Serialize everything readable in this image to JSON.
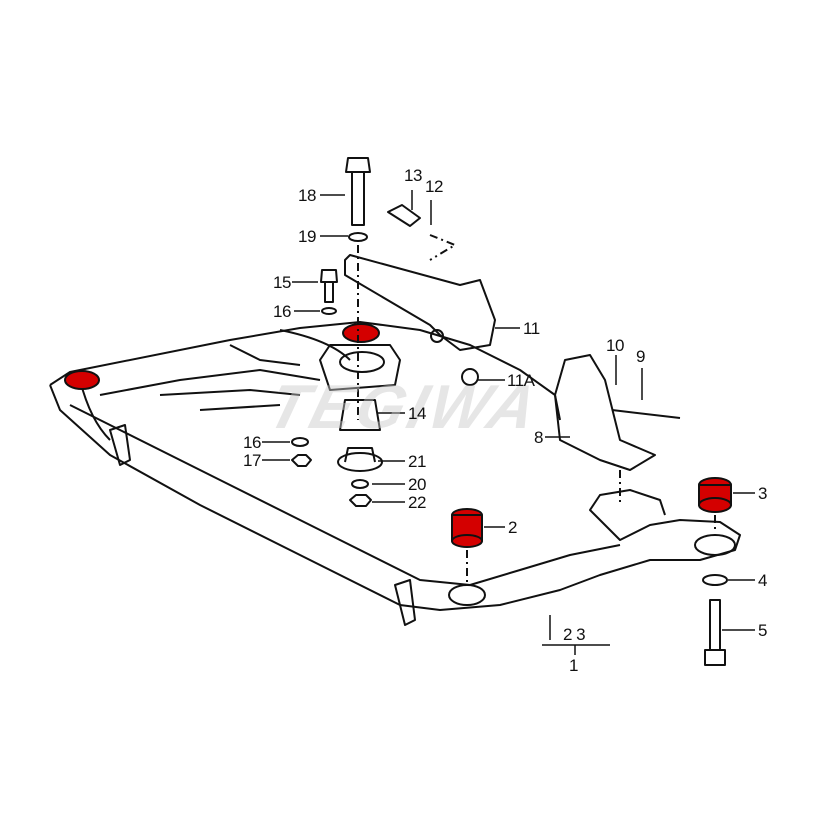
{
  "diagram": {
    "watermark": "TEGIWA",
    "highlight_color": "#d40000",
    "callouts": [
      {
        "id": "18",
        "label": "18"
      },
      {
        "id": "19",
        "label": "19"
      },
      {
        "id": "13",
        "label": "13"
      },
      {
        "id": "12",
        "label": "12"
      },
      {
        "id": "15",
        "label": "15"
      },
      {
        "id": "16a",
        "label": "16"
      },
      {
        "id": "11",
        "label": "11"
      },
      {
        "id": "11A",
        "label": "11A"
      },
      {
        "id": "14",
        "label": "14"
      },
      {
        "id": "16b",
        "label": "16"
      },
      {
        "id": "17",
        "label": "17"
      },
      {
        "id": "21",
        "label": "21"
      },
      {
        "id": "20",
        "label": "20"
      },
      {
        "id": "22",
        "label": "22"
      },
      {
        "id": "10",
        "label": "10"
      },
      {
        "id": "9",
        "label": "9"
      },
      {
        "id": "8",
        "label": "8"
      },
      {
        "id": "2",
        "label": "2"
      },
      {
        "id": "3",
        "label": "3"
      },
      {
        "id": "4",
        "label": "4"
      },
      {
        "id": "5",
        "label": "5"
      },
      {
        "id": "23",
        "label": "2  3"
      },
      {
        "id": "1",
        "label": "1"
      }
    ]
  }
}
